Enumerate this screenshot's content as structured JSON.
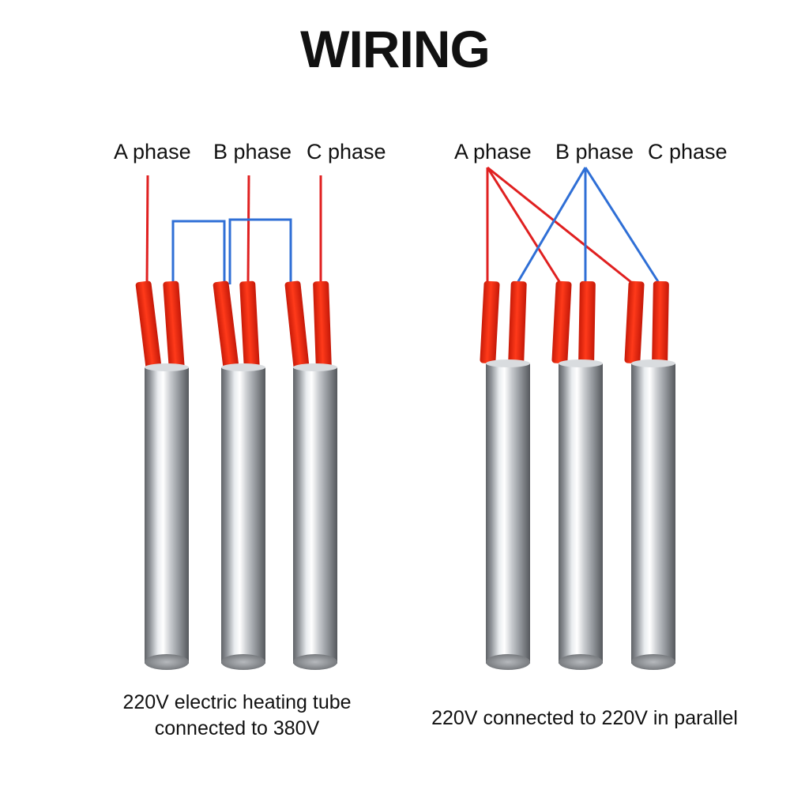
{
  "title": "WIRING",
  "left": {
    "phase_labels": [
      "A phase",
      "B phase",
      "C phase"
    ],
    "caption_line1": "220V electric heating tube",
    "caption_line2": "connected to 380V"
  },
  "right": {
    "phase_labels": [
      "A phase",
      "B phase",
      "C phase"
    ],
    "caption": "220V connected to 220V in parallel"
  },
  "colors": {
    "phase_a_wire": "#e02020",
    "phase_bc_wire": "#2f6fd6",
    "sleeve": "#f02a10",
    "tube_metal": "#b8bcc2"
  },
  "icons": [
    "heating-tube-icon"
  ]
}
